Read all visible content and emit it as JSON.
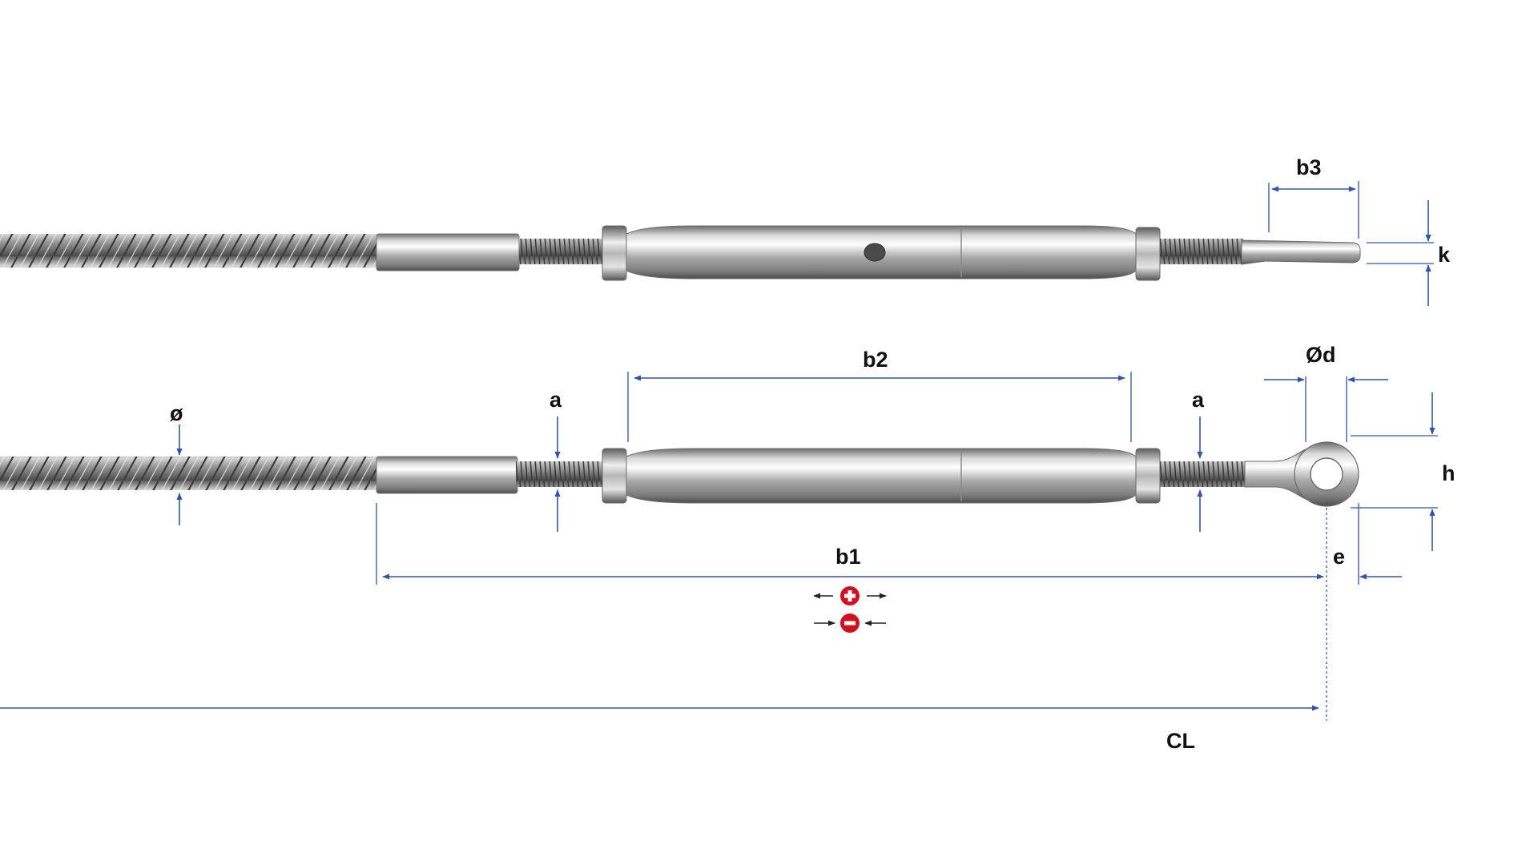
{
  "labels": {
    "b3": "b3",
    "k": "k",
    "b2": "b2",
    "od": "Ød",
    "o": "ø",
    "a_left": "a",
    "a_right": "a",
    "h": "h",
    "b1": "b1",
    "e": "e",
    "cl": "CL"
  },
  "colors": {
    "dimension_line": "#2f55b0",
    "plus_minus_icon": "#d0101e",
    "steel": "#b4b4b4"
  },
  "icons": {
    "lengthen": "plus-circle-icon",
    "shorten": "minus-circle-icon"
  }
}
